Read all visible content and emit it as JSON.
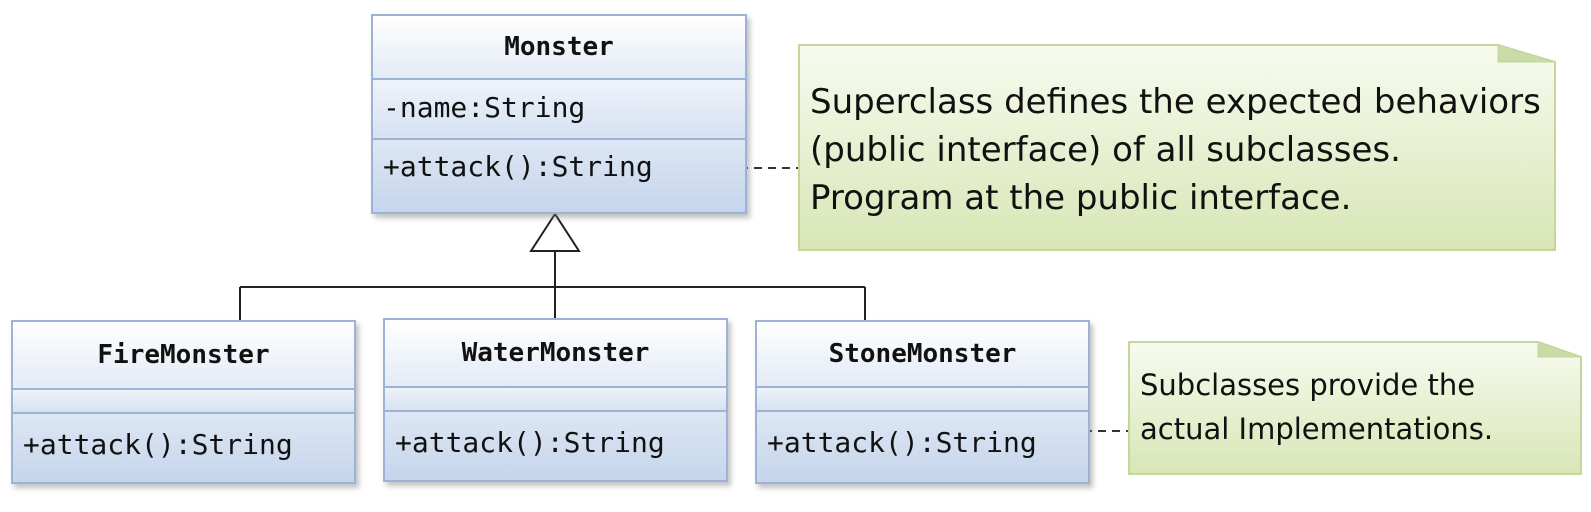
{
  "classes": {
    "monster": {
      "name": "Monster",
      "attributes": [
        "-name:String"
      ],
      "operations": [
        "+attack():String"
      ]
    },
    "fire_monster": {
      "name": "FireMonster",
      "operations": [
        "+attack():String"
      ]
    },
    "water_monster": {
      "name": "WaterMonster",
      "operations": [
        "+attack():String"
      ]
    },
    "stone_monster": {
      "name": "StoneMonster",
      "operations": [
        "+attack():String"
      ]
    }
  },
  "notes": {
    "superclass_note": {
      "lines": [
        "Superclass defines the expected behaviors",
        "(public interface) of all subclasses.",
        "Program at the public interface."
      ]
    },
    "subclass_note": {
      "lines": [
        "Subclasses provide the",
        "actual Implementations."
      ]
    }
  },
  "colors": {
    "class_border": "#9db3d6",
    "note_fill": "#e6efcf",
    "note_border": "#c4d69c",
    "line": "#333333"
  }
}
